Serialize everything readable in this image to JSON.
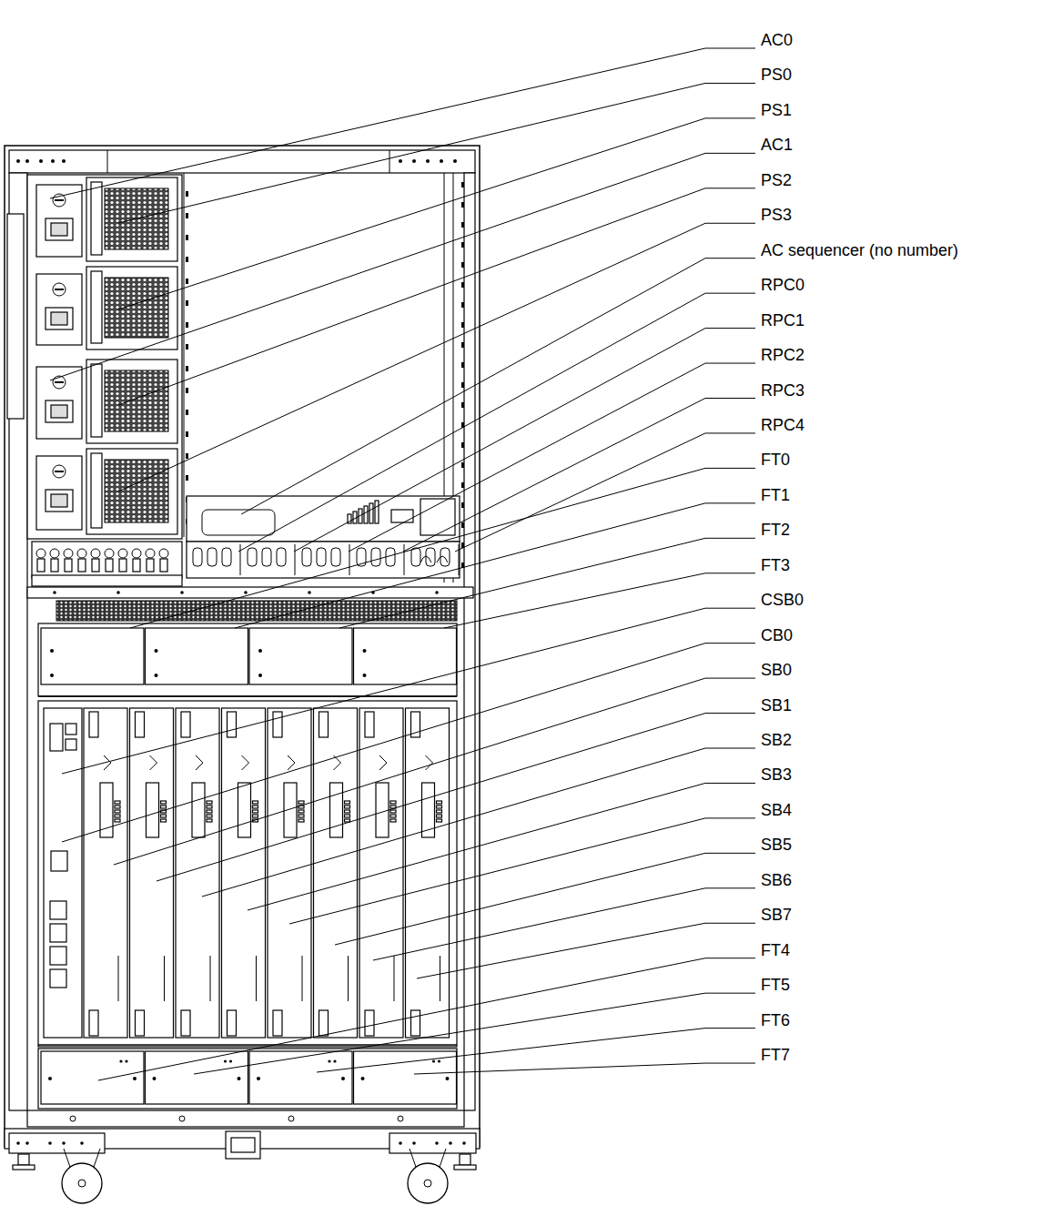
{
  "diagram": {
    "labels": [
      "AC0",
      "PS0",
      "PS1",
      "AC1",
      "PS2",
      "PS3",
      "AC sequencer (no number)",
      "RPC0",
      "RPC1",
      "RPC2",
      "RPC3",
      "RPC4",
      "FT0",
      "FT1",
      "FT2",
      "FT3",
      "CSB0",
      "CB0",
      "SB0",
      "SB1",
      "SB2",
      "SB3",
      "SB4",
      "SB5",
      "SB6",
      "SB7",
      "FT4",
      "FT5",
      "FT6",
      "FT7"
    ]
  }
}
